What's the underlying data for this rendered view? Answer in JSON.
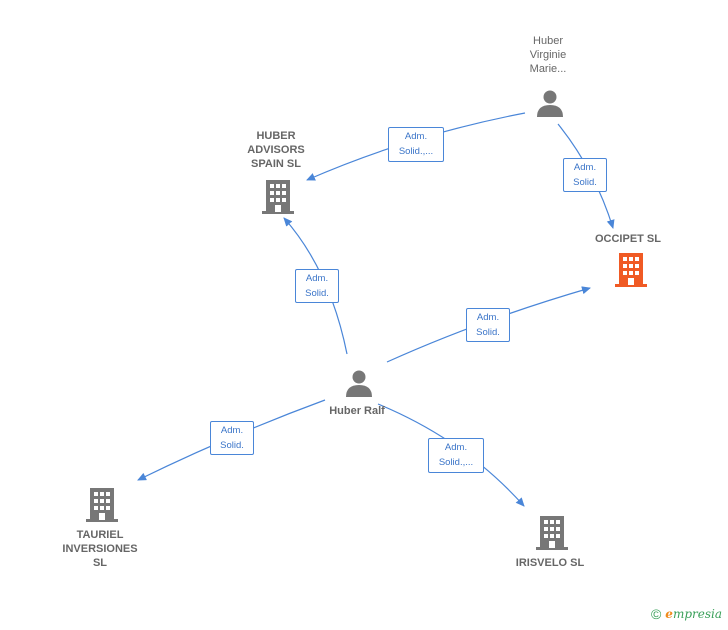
{
  "colors": {
    "edge": "#4a86d8",
    "building": "#777777",
    "building_highlight": "#f05a24",
    "person": "#777777"
  },
  "nodes": {
    "huber_virginie": {
      "label": "Huber\nVirginie\nMarie...",
      "icon": "person-icon"
    },
    "huber_advisors": {
      "label": "HUBER\nADVISORS\nSPAIN  SL",
      "icon": "building-icon"
    },
    "occipet": {
      "label": "OCCIPET  SL",
      "icon": "building-icon"
    },
    "huber_ralf": {
      "label": "Huber Ralf",
      "icon": "person-icon"
    },
    "tauriel": {
      "label": "TAURIEL\nINVERSIONES\nSL",
      "icon": "building-icon"
    },
    "irisvelo": {
      "label": "IRISVELO  SL",
      "icon": "building-icon"
    }
  },
  "edges": [
    {
      "label": "Adm.\nSolid.,..."
    },
    {
      "label": "Adm.\nSolid."
    },
    {
      "label": "Adm.\nSolid."
    },
    {
      "label": "Adm.\nSolid."
    },
    {
      "label": "Adm.\nSolid."
    },
    {
      "label": "Adm.\nSolid.,..."
    }
  ],
  "footer": {
    "copyright_symbol": "©",
    "brand_initial": "e",
    "brand_rest": "mpresia"
  }
}
